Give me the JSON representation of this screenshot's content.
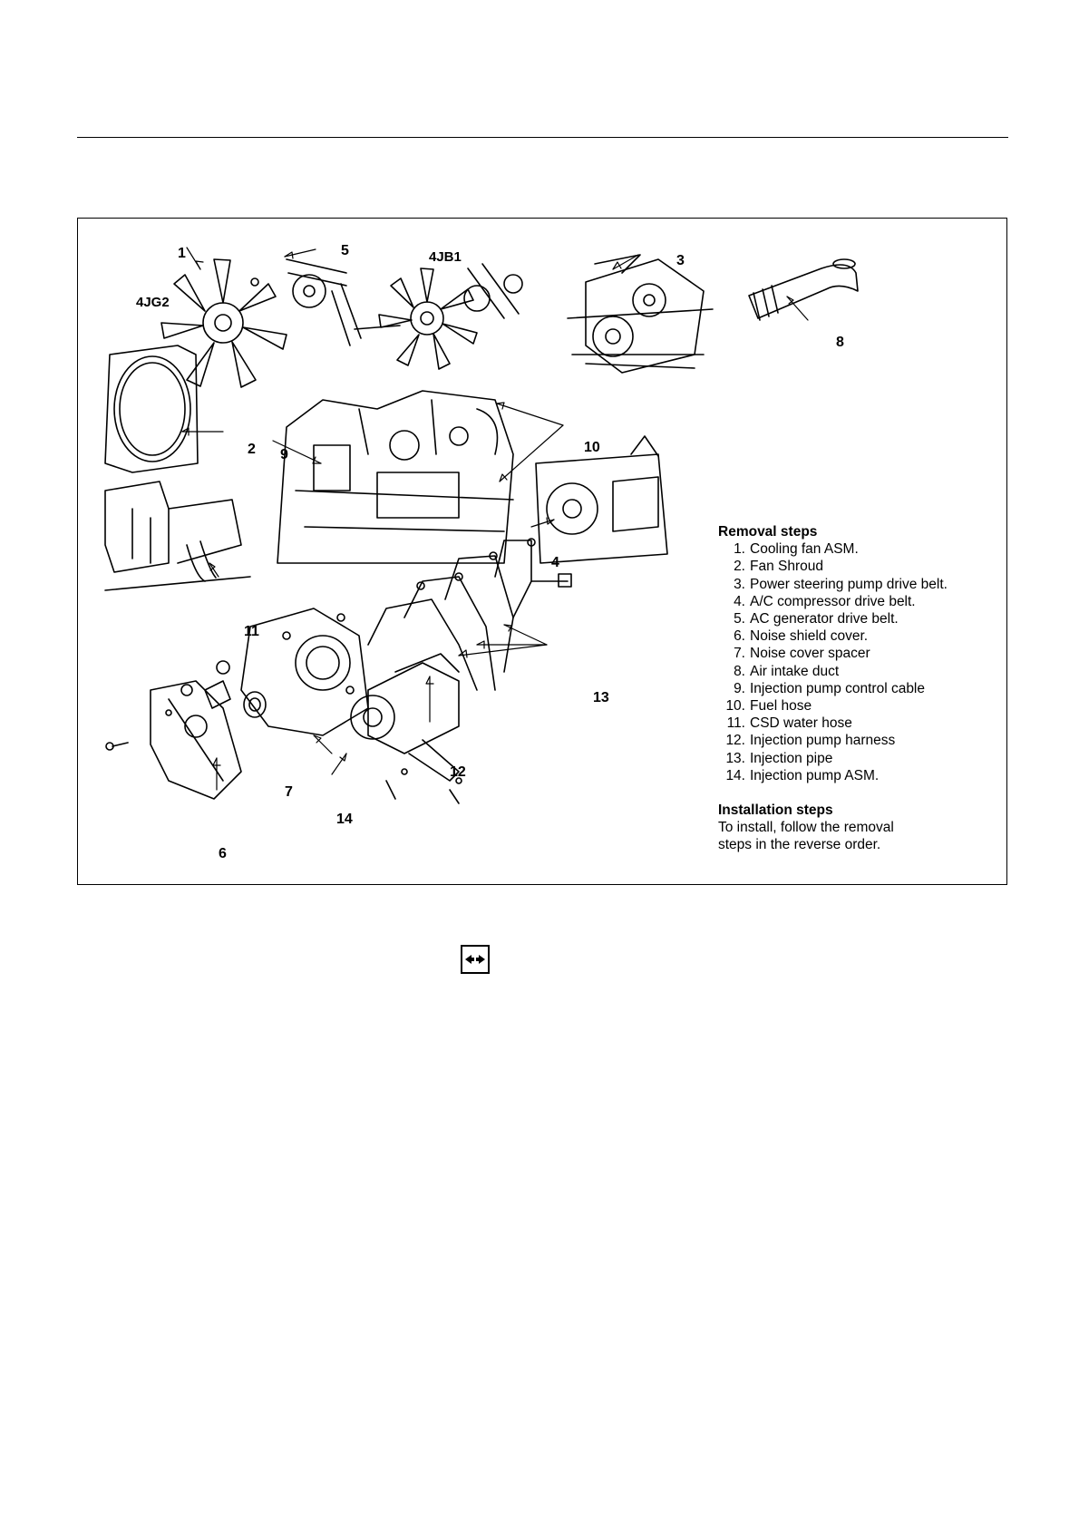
{
  "figure": {
    "callouts": [
      "1",
      "2",
      "3",
      "4",
      "5",
      "6",
      "7",
      "8",
      "9",
      "10",
      "11",
      "12",
      "13",
      "14"
    ],
    "engine_labels": {
      "left": "4JG2",
      "middle": "4JB1"
    }
  },
  "removal": {
    "heading": "Removal steps",
    "steps": [
      {
        "num": "1.",
        "text": "Cooling fan ASM."
      },
      {
        "num": "2.",
        "text": "Fan Shroud"
      },
      {
        "num": "3.",
        "text": "Power steering pump drive belt."
      },
      {
        "num": "4.",
        "text": "A/C compressor drive belt."
      },
      {
        "num": "5.",
        "text": "AC generator drive belt."
      },
      {
        "num": "6.",
        "text": "Noise shield cover."
      },
      {
        "num": "7.",
        "text": "Noise cover spacer"
      },
      {
        "num": "8.",
        "text": "Air intake duct"
      },
      {
        "num": "9.",
        "text": "Injection pump control cable"
      },
      {
        "num": "10.",
        "text": "Fuel hose"
      },
      {
        "num": "11.",
        "text": "CSD water hose"
      },
      {
        "num": "12.",
        "text": "Injection pump harness"
      },
      {
        "num": "13.",
        "text": "Injection pipe"
      },
      {
        "num": "14.",
        "text": "Injection pump ASM."
      }
    ]
  },
  "installation": {
    "heading": "Installation steps",
    "line1": "To install, follow the removal",
    "line2": "steps in the reverse order."
  },
  "icons": {
    "nav": "double-arrow-icon"
  }
}
